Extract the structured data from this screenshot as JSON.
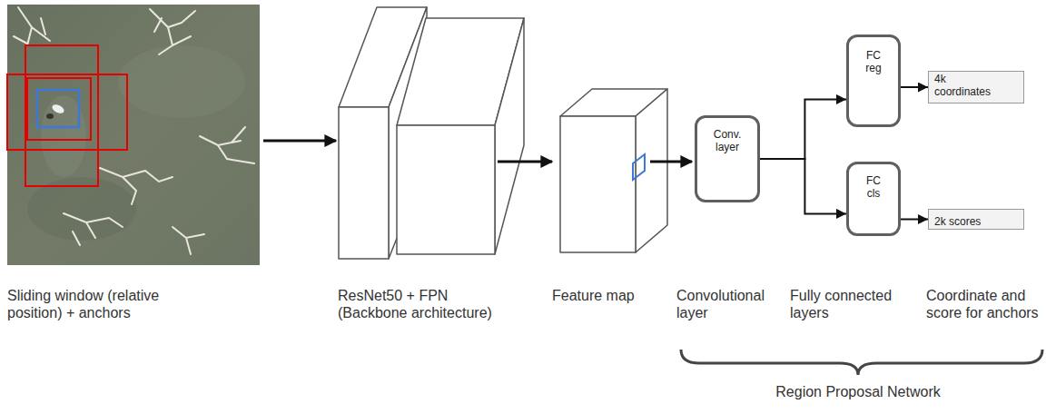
{
  "diagram": {
    "nodes": [
      {
        "text": [
          "Conv. layer"
        ]
      },
      {
        "text": [
          "FC reg"
        ]
      },
      {
        "text": [
          "FC cls"
        ]
      },
      {
        "text": [
          "4k coordinates"
        ]
      },
      {
        "text": [
          "2k scores"
        ]
      }
    ],
    "edges": [
      {
        "from": 0,
        "to": 1,
        "arrow": "to"
      },
      {
        "from": 0,
        "to": 2,
        "arrow": "to"
      },
      {
        "from": 1,
        "to": 3,
        "arrow": "to"
      },
      {
        "from": 2,
        "to": 4,
        "arrow": "to"
      }
    ],
    "labels": [
      "Sliding window (relative position) + anchors",
      "ResNet50 + FPN (Backbone architecture)",
      "Feature map",
      "Convolutional layer",
      "Fully connected layers",
      "Coordinate and score for anchors",
      "Region Proposal Network"
    ]
  }
}
